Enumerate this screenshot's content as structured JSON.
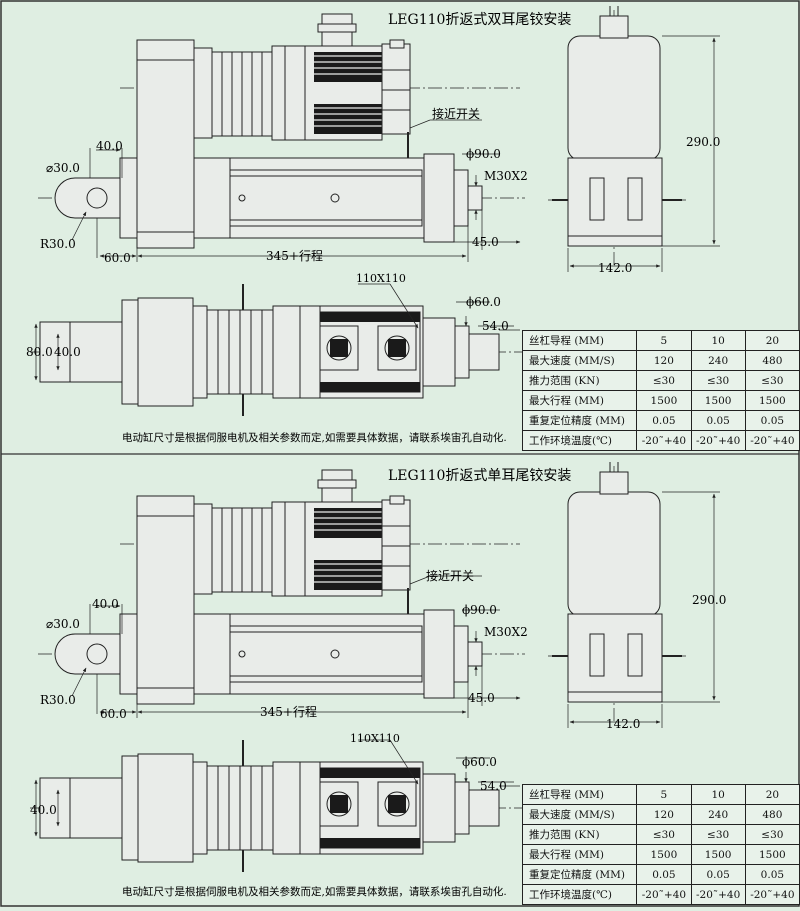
{
  "colors": {
    "background": "#dfeee2",
    "line": "#222222",
    "body_fill": "#e9ece9",
    "dark": "#1a1a1a"
  },
  "sections": [
    {
      "title": "LEG110折返式双耳尾铰安装",
      "dims": {
        "ear_offset": "40.0",
        "ear_dia": "⌀30.0",
        "ear_radius": "R30.0",
        "ear_len": "60.0",
        "length": "345+行程",
        "rod_dia": "ϕ90.0",
        "thread": "M30X2",
        "rod_end": "45.0",
        "switch": "接近开关",
        "height": "290.0",
        "width": "142.0",
        "flange": "110X110",
        "front_dia": "ϕ60.0",
        "shaft": "54.0",
        "plan_h1": "80.0",
        "plan_h2": "40.0"
      },
      "note": "电动缸尺寸是根据伺服电机及相关参数而定,如需要具体数据，请联系埃宙孔自动化.",
      "table": [
        [
          "丝杠导程 (MM)",
          "5",
          "10",
          "20"
        ],
        [
          "最大速度 (MM/S)",
          "120",
          "240",
          "480"
        ],
        [
          "推力范围 (KN)",
          "≤30",
          "≤30",
          "≤30"
        ],
        [
          "最大行程 (MM)",
          "1500",
          "1500",
          "1500"
        ],
        [
          "重复定位精度 (MM)",
          "0.05",
          "0.05",
          "0.05"
        ],
        [
          "工作环境温度(℃)",
          "-20˜+40",
          "-20˜+40",
          "-20˜+40"
        ]
      ]
    },
    {
      "title": "LEG110折返式单耳尾铰安装",
      "dims": {
        "ear_offset": "40.0",
        "ear_dia": "⌀30.0",
        "ear_radius": "R30.0",
        "ear_len": "60.0",
        "length": "345+行程",
        "rod_dia": "ϕ90.0",
        "thread": "M30X2",
        "rod_end": "45.0",
        "switch": "接近开关",
        "height": "290.0",
        "width": "142.0",
        "flange": "110X110",
        "front_dia": "ϕ60.0",
        "shaft": "54.0",
        "plan_h1": "",
        "plan_h2": "40.0"
      },
      "note": "电动缸尺寸是根据伺服电机及相关参数而定,如需要具体数据，请联系埃宙孔自动化.",
      "table": [
        [
          "丝杠导程 (MM)",
          "5",
          "10",
          "20"
        ],
        [
          "最大速度 (MM/S)",
          "120",
          "240",
          "480"
        ],
        [
          "推力范围 (KN)",
          "≤30",
          "≤30",
          "≤30"
        ],
        [
          "最大行程 (MM)",
          "1500",
          "1500",
          "1500"
        ],
        [
          "重复定位精度 (MM)",
          "0.05",
          "0.05",
          "0.05"
        ],
        [
          "工作环境温度(℃)",
          "-20˜+40",
          "-20˜+40",
          "-20˜+40"
        ]
      ]
    }
  ]
}
